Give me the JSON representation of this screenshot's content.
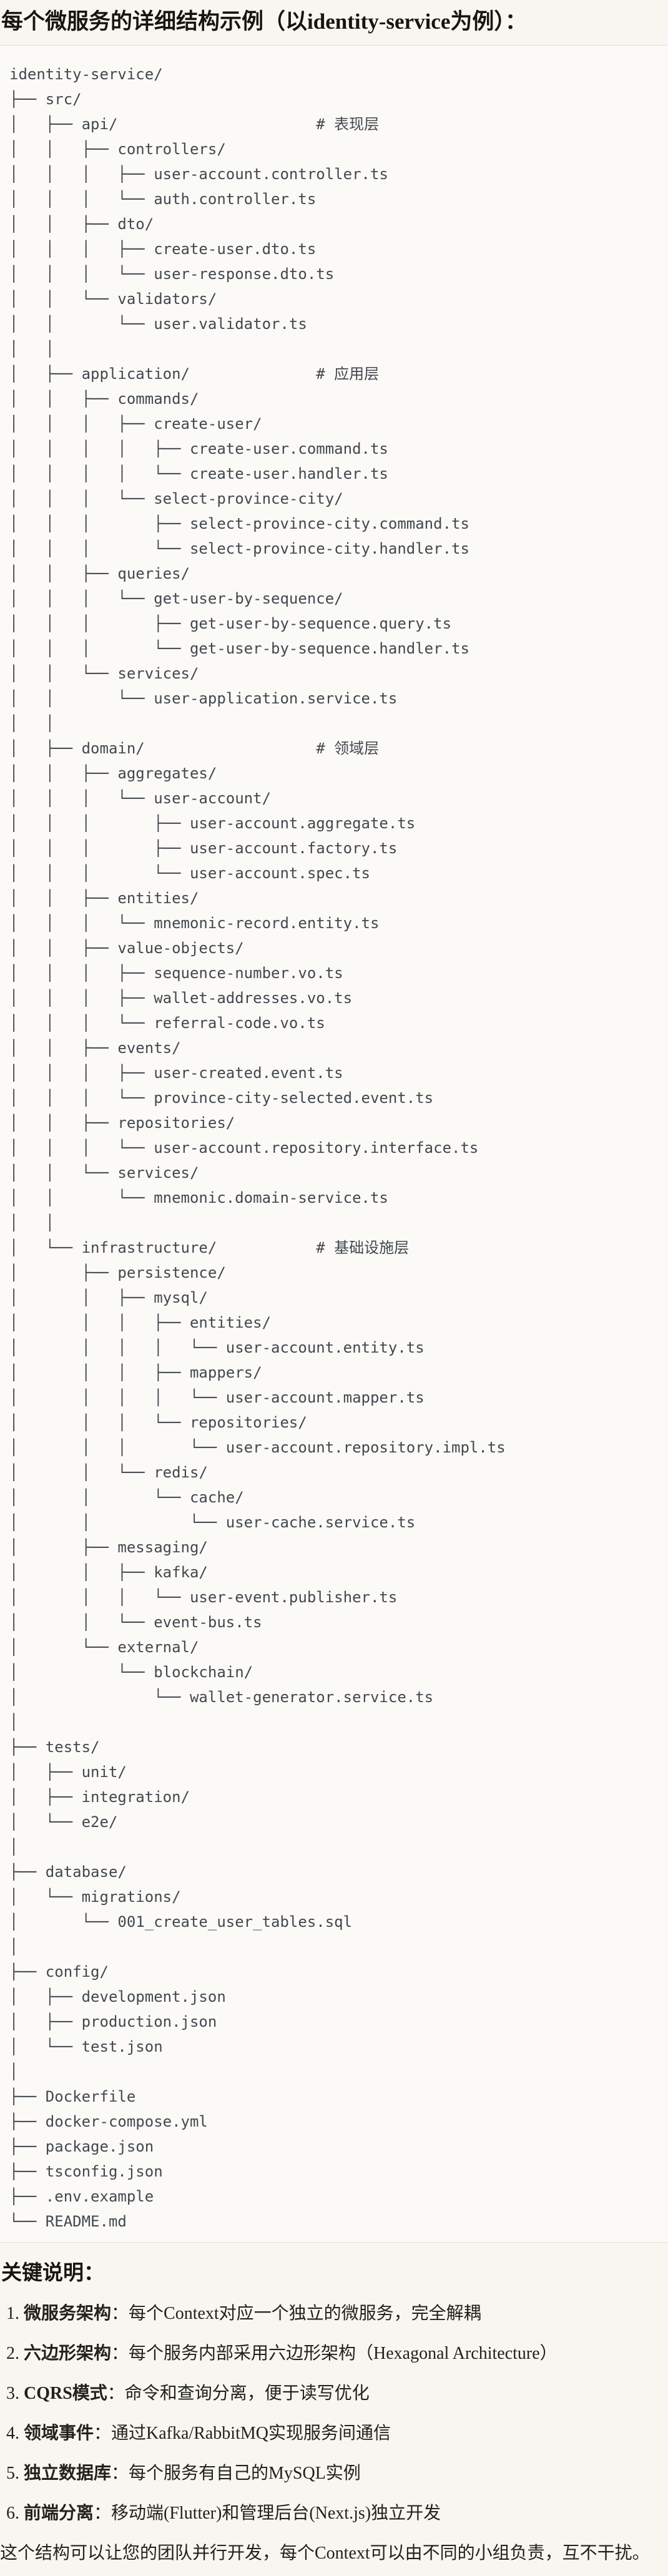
{
  "header": {
    "title": "每个微服务的详细结构示例（以identity-service为例）："
  },
  "code_block": {
    "language": "text",
    "tree": "identity-service/\n├── src/\n│   ├── api/                      # 表现层\n│   │   ├── controllers/\n│   │   │   ├── user-account.controller.ts\n│   │   │   └── auth.controller.ts\n│   │   ├── dto/\n│   │   │   ├── create-user.dto.ts\n│   │   │   └── user-response.dto.ts\n│   │   └── validators/\n│   │       └── user.validator.ts\n│   │\n│   ├── application/              # 应用层\n│   │   ├── commands/\n│   │   │   ├── create-user/\n│   │   │   │   ├── create-user.command.ts\n│   │   │   │   └── create-user.handler.ts\n│   │   │   └── select-province-city/\n│   │   │       ├── select-province-city.command.ts\n│   │   │       └── select-province-city.handler.ts\n│   │   ├── queries/\n│   │   │   └── get-user-by-sequence/\n│   │   │       ├── get-user-by-sequence.query.ts\n│   │   │       └── get-user-by-sequence.handler.ts\n│   │   └── services/\n│   │       └── user-application.service.ts\n│   │\n│   ├── domain/                   # 领域层\n│   │   ├── aggregates/\n│   │   │   └── user-account/\n│   │   │       ├── user-account.aggregate.ts\n│   │   │       ├── user-account.factory.ts\n│   │   │       └── user-account.spec.ts\n│   │   ├── entities/\n│   │   │   └── mnemonic-record.entity.ts\n│   │   ├── value-objects/\n│   │   │   ├── sequence-number.vo.ts\n│   │   │   ├── wallet-addresses.vo.ts\n│   │   │   └── referral-code.vo.ts\n│   │   ├── events/\n│   │   │   ├── user-created.event.ts\n│   │   │   └── province-city-selected.event.ts\n│   │   ├── repositories/\n│   │   │   └── user-account.repository.interface.ts\n│   │   └── services/\n│   │       └── mnemonic.domain-service.ts\n│   │\n│   └── infrastructure/           # 基础设施层\n│       ├── persistence/\n│       │   ├── mysql/\n│       │   │   ├── entities/\n│       │   │   │   └── user-account.entity.ts\n│       │   │   ├── mappers/\n│       │   │   │   └── user-account.mapper.ts\n│       │   │   └── repositories/\n│       │   │       └── user-account.repository.impl.ts\n│       │   └── redis/\n│       │       └── cache/\n│       │           └── user-cache.service.ts\n│       ├── messaging/\n│       │   ├── kafka/\n│       │   │   └── user-event.publisher.ts\n│       │   └── event-bus.ts\n│       └── external/\n│           └── blockchain/\n│               └── wallet-generator.service.ts\n│\n├── tests/\n│   ├── unit/\n│   ├── integration/\n│   └── e2e/\n│\n├── database/\n│   └── migrations/\n│       └── 001_create_user_tables.sql\n│\n├── config/\n│   ├── development.json\n│   ├── production.json\n│   └── test.json\n│\n├── Dockerfile\n├── docker-compose.yml\n├── package.json\n├── tsconfig.json\n├── .env.example\n└── README.md"
  },
  "notes": {
    "heading": "关键说明：",
    "items": [
      {
        "num": "1.",
        "label": "微服务架构",
        "text": "：每个Context对应一个独立的微服务，完全解耦"
      },
      {
        "num": "2.",
        "label": "六边形架构",
        "text": "：每个服务内部采用六边形架构（Hexagonal Architecture）"
      },
      {
        "num": "3.",
        "label": "CQRS模式",
        "text": "：命令和查询分离，便于读写优化"
      },
      {
        "num": "4.",
        "label": "领域事件",
        "text": "：通过Kafka/RabbitMQ实现服务间通信"
      },
      {
        "num": "5.",
        "label": "独立数据库",
        "text": "：每个服务有自己的MySQL实例"
      },
      {
        "num": "6.",
        "label": "前端分离",
        "text": "：移动端(Flutter)和管理后台(Next.js)独立开发"
      }
    ],
    "closing": "这个结构可以让您的团队并行开发，每个Context可以由不同的小组负责，互不干扰。"
  },
  "colors": {
    "page_bg": "#f7f6f1",
    "code_bg": "#fbfaf7",
    "code_border": "#e0ded4",
    "code_text": "#43484e",
    "body_text": "#22211c",
    "heading_text": "#16150f"
  }
}
